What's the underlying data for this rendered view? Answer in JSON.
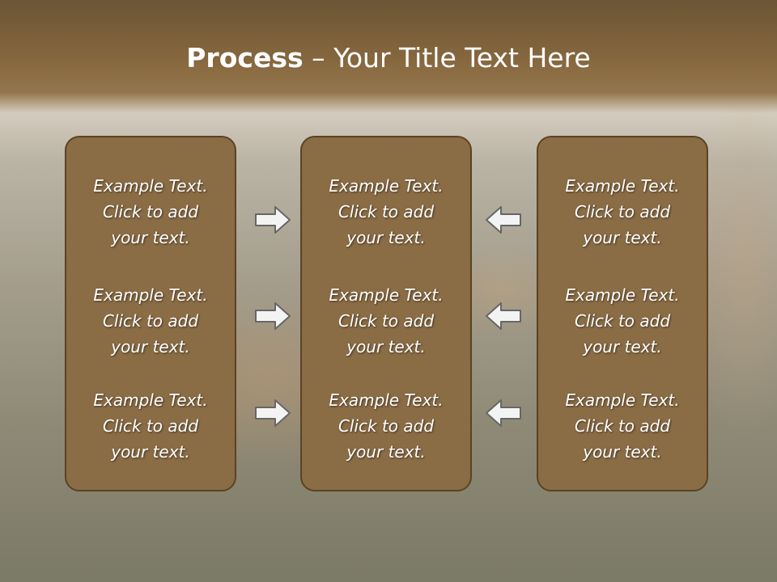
{
  "slide": {
    "title_bold": "Process",
    "title_rest": " – Your Title Text Here",
    "columns": [
      {
        "items": [
          {
            "l1": "Example Text.",
            "l2": "Click  to add",
            "l3": "your text."
          },
          {
            "l1": "Example Text.",
            "l2": "Click  to add",
            "l3": "your text."
          },
          {
            "l1": "Example Text.",
            "l2": "Click  to add",
            "l3": "your text."
          }
        ]
      },
      {
        "items": [
          {
            "l1": "Example Text.",
            "l2": "Click  to add",
            "l3": "your text."
          },
          {
            "l1": "Example Text.",
            "l2": "Click  to add",
            "l3": "your text."
          },
          {
            "l1": "Example Text.",
            "l2": "Click  to add",
            "l3": "your text."
          }
        ]
      },
      {
        "items": [
          {
            "l1": "Example Text.",
            "l2": "Click  to add",
            "l3": "your text."
          },
          {
            "l1": "Example Text.",
            "l2": "Click  to add",
            "l3": "your text."
          },
          {
            "l1": "Example Text.",
            "l2": "Click  to add",
            "l3": "your text."
          }
        ]
      }
    ],
    "arrows_left": [
      "arrow-right-icon",
      "arrow-right-icon",
      "arrow-right-icon"
    ],
    "arrows_right": [
      "arrow-left-icon",
      "arrow-left-icon",
      "arrow-left-icon"
    ]
  },
  "colors": {
    "header": "#87683f",
    "panel_fill": "#8a6c45",
    "panel_border": "#5a4325",
    "text": "#ffffff"
  }
}
